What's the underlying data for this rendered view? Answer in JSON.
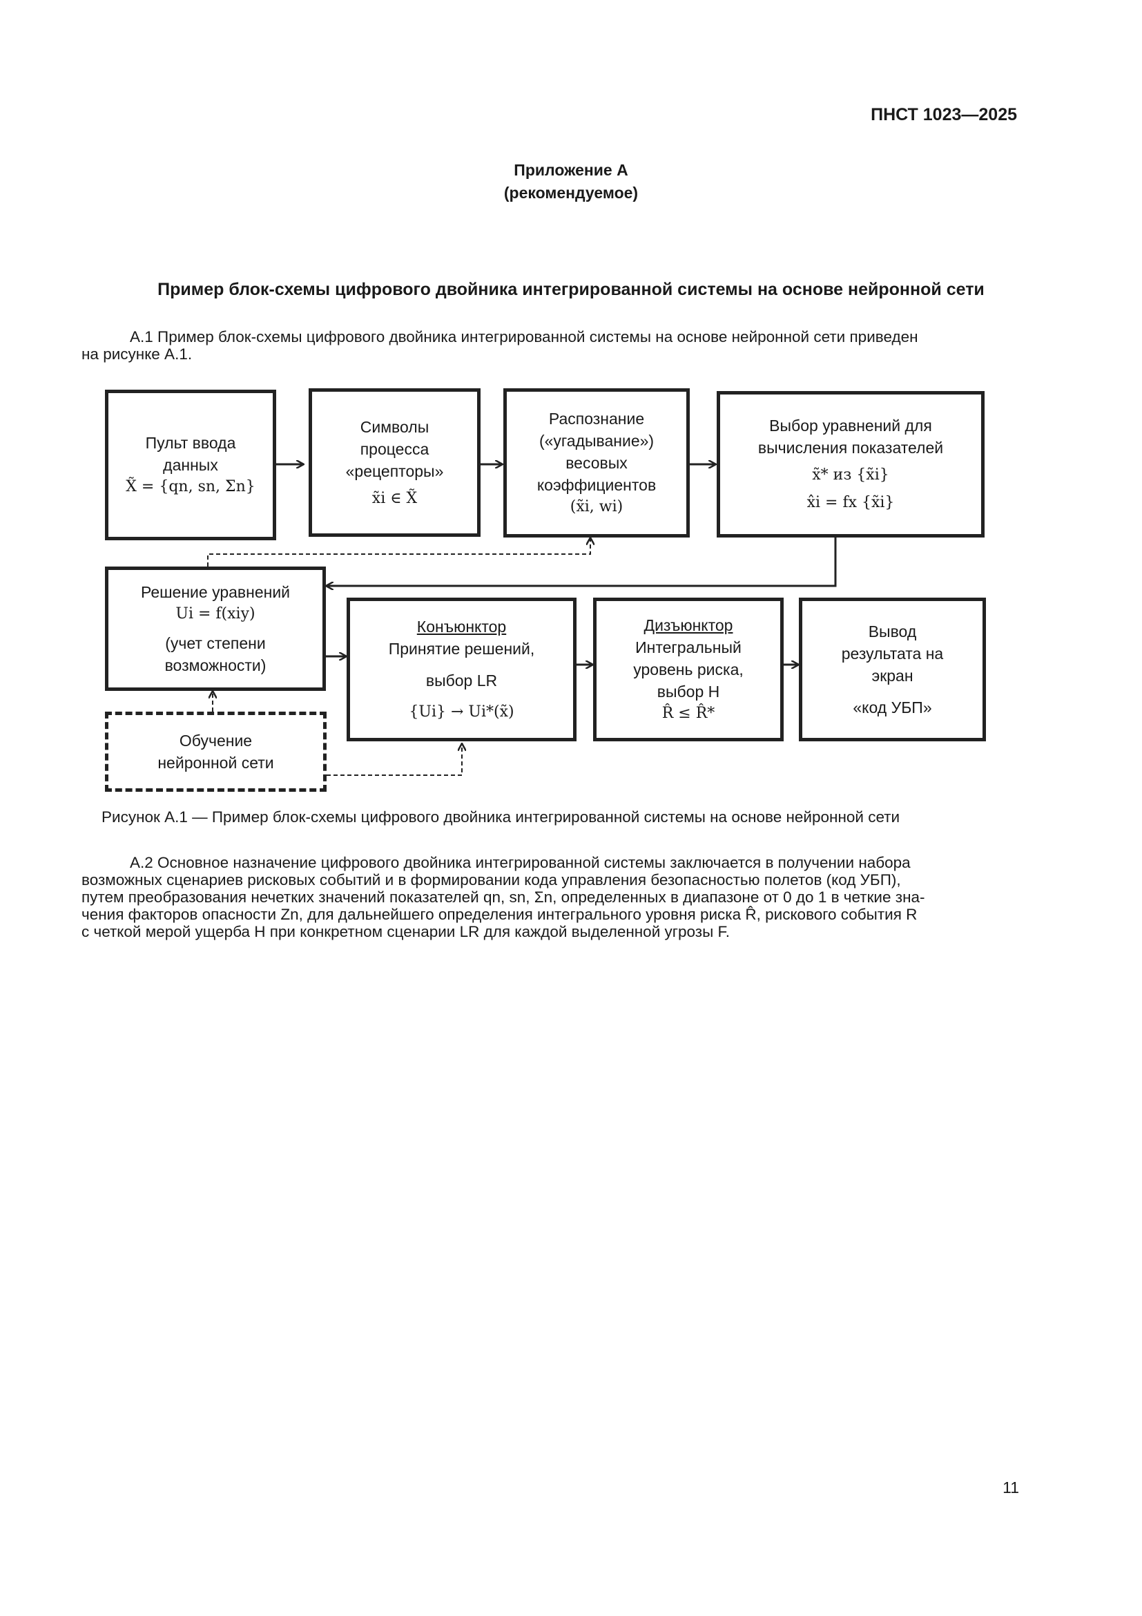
{
  "header": {
    "standard_code": "ПНСТ 1023—2025"
  },
  "appendix": {
    "title": "Приложение А",
    "subtitle": "(рекомендуемое)"
  },
  "section_title": "Пример блок-схемы цифрового двойника интегрированной системы на основе нейронной сети",
  "paragraph_a1": {
    "line1": "А.1 Пример блок-схемы цифрового двойника интегрированной системы на основе нейронной сети приведен",
    "line2": "на рисунке А.1."
  },
  "diagram": {
    "boxes": {
      "input_console": {
        "line1": "Пульт ввода",
        "line2": "данных",
        "formula": "X̃ = {qn, sn, Σn}"
      },
      "symbols": {
        "line1": "Символы",
        "line2": "процесса",
        "line3": "«рецепторы»",
        "formula": "x̃i ∈ X̃"
      },
      "recognition": {
        "line1": "Распознание",
        "line2": "(«угадывание»)",
        "line3": "весовых",
        "line4": "коэффициентов",
        "formula": "(x̃i, wi)"
      },
      "equation_choice": {
        "line1": "Выбор уравнений для",
        "line2": "вычисления показателей",
        "formula1": "x̃* из {x̃i}",
        "formula2": "x̂i = fx {x̃i}"
      },
      "equation_solution": {
        "line1": "Решение   уравнений",
        "formula": "Ui = f(xiy)",
        "line2": "(учет степени",
        "line3": "возможности)"
      },
      "conjunctor": {
        "title": "Конъюнктор",
        "line1": "Принятие решений,",
        "line2": "выбор  LR",
        "formula": "{Ui} → Ui*(x̃)"
      },
      "disjunctor": {
        "title": "Дизъюнктор",
        "line1": "Интегральный",
        "line2": "уровень риска,",
        "line3": "выбор  H",
        "formula": "R̂ ≤ R̂*"
      },
      "output": {
        "line1": "Вывод",
        "line2": "результата на",
        "line3": "экран",
        "line4": "«код УБП»"
      },
      "nn_training": {
        "line1": "Обучение",
        "line2": "нейронной сети"
      }
    }
  },
  "figure_caption": "Рисунок А.1 — Пример блок-схемы цифрового двойника интегрированной системы на основе нейронной сети",
  "paragraph_a2": {
    "line1": "А.2 Основное назначение цифрового двойника интегрированной системы заключается в получении набора",
    "line2": "возможных сценариев рисковых событий и в формировании кода управления безопасностью полетов (код УБП),",
    "line3": "путем преобразования нечетких значений показателей qn, sn, Σn, определенных в диапазоне от 0 до 1 в четкие зна-",
    "line4": "чения факторов опасности Zn, для дальнейшего определения интегрального уровня риска R̂, рискового события R",
    "line5": "с четкой мерой ущерба H при конкретном сценарии LR для каждой выделенной угрозы F."
  },
  "page_number": "11"
}
